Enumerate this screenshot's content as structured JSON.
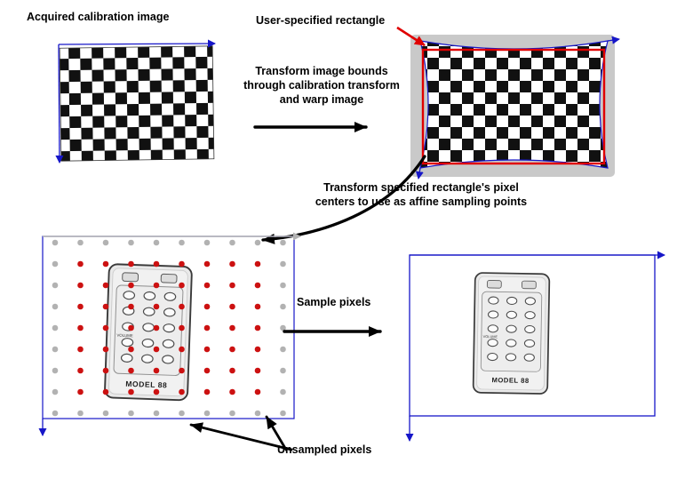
{
  "labels": {
    "acquired_calibration_image": "Acquired calibration image",
    "user_specified_rectangle": "User-specified rectangle",
    "warp_line1": "Transform image bounds",
    "warp_line2": "through calibration transform",
    "warp_line3": "and warp image",
    "sampling_line1": "Transform specified rectangle's pixel",
    "sampling_line2": "centers to use as affine sampling points",
    "sample_pixels": "Sample pixels",
    "unsampled_pixels": "Unsampled pixels"
  },
  "remote": {
    "model_label": "MODEL 88",
    "volume_label": "VOLUME"
  },
  "colors": {
    "axis_blue": "#1616c8",
    "rect_red": "#e00000",
    "arrow_black": "#000000",
    "sampled_dot": "#cc1111",
    "unsampled_dot": "#b2b2b2",
    "warp_background": "#c9c9c9"
  },
  "dot_grid": {
    "cols": 10,
    "rows": 9,
    "sampled_region": "interior",
    "unsampled_region": "border ring"
  }
}
